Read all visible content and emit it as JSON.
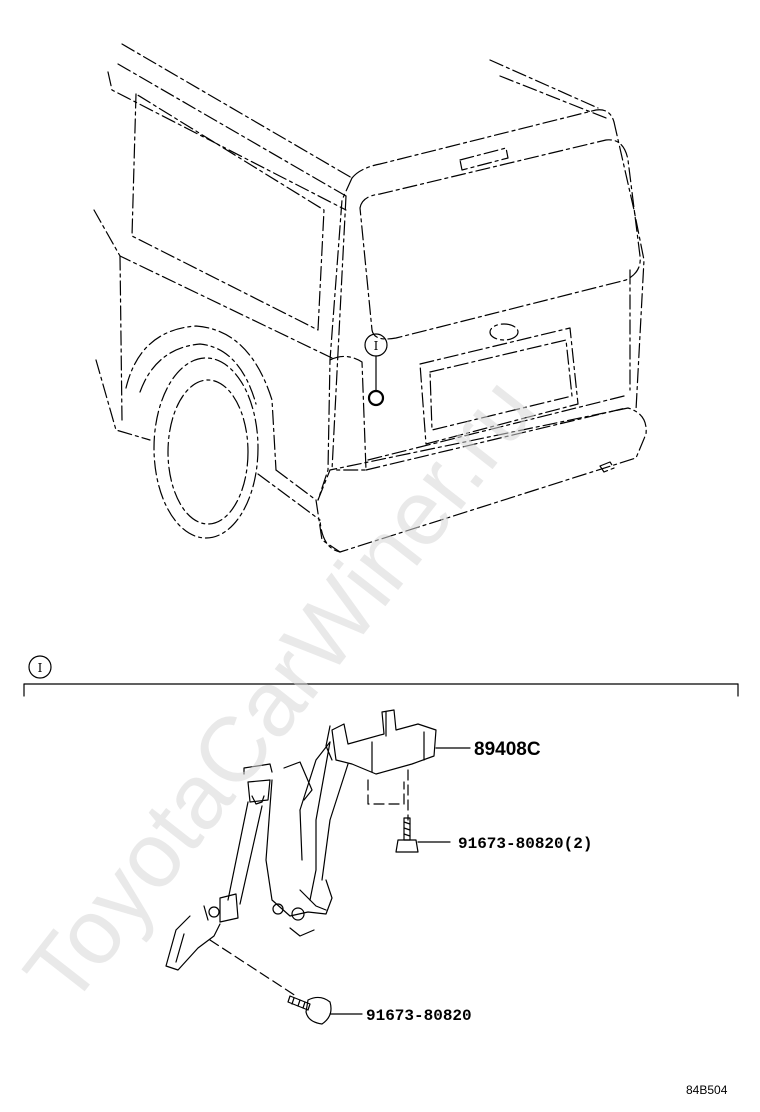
{
  "callouts": {
    "detail_ref": "I",
    "section_ref": "I"
  },
  "parts": [
    {
      "number": "89408C"
    },
    {
      "number": "91673-80820(2)"
    },
    {
      "number": "91673-80820"
    }
  ],
  "drawing_code": "84B504",
  "watermark": "ToyotaCarWiner.ru"
}
